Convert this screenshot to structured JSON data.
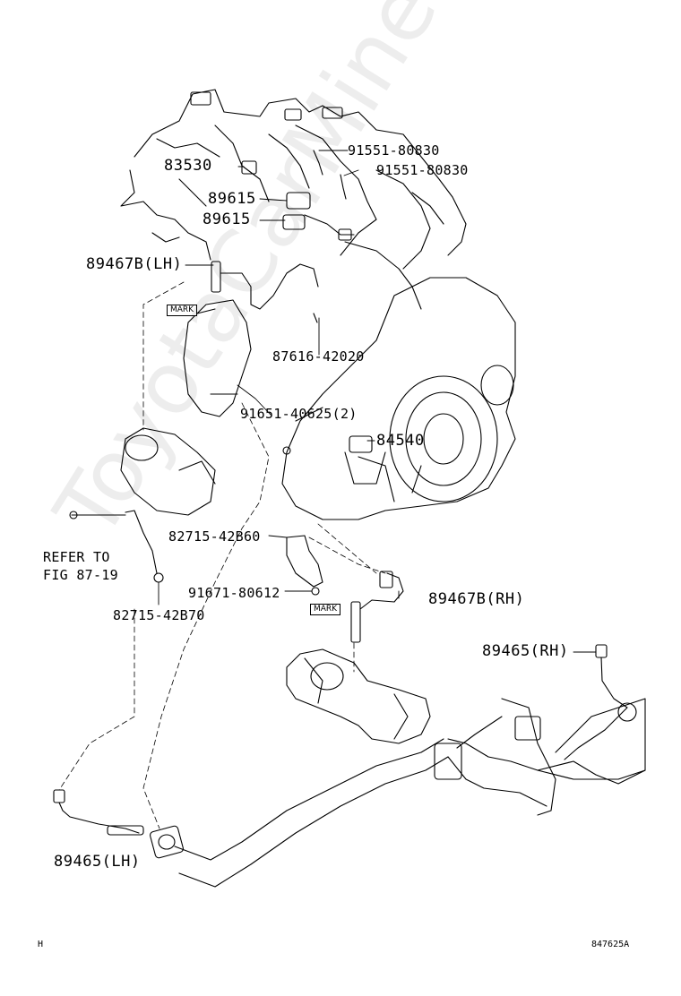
{
  "parts": {
    "p83530": "83530",
    "p89615a": "89615",
    "p89615b": "89615",
    "p91551a": "91551-80830",
    "p91551b": "91551-80830",
    "p89467lh": "89467B(LH)",
    "p87616": "87616-42020",
    "p91651": "91651-40625(2)",
    "p84540": "84540",
    "p82715b60": "82715-42B60",
    "p91671": "91671-80612",
    "p89467rh": "89467B(RH)",
    "p89465rh": "89465(RH)",
    "p82715b70": "82715-42B70",
    "p89465lh": "89465(LH)"
  },
  "refer": {
    "line1": "REFER TO",
    "line2": "FIG 87-19"
  },
  "marks": {
    "mark_lh": "MARK",
    "mark_rh": "MARK"
  },
  "footer": {
    "left_code": "H",
    "figure_code": "847625A"
  },
  "watermark": "ToyotaCarMine.ru",
  "colors": {
    "line": "#000000",
    "watermark": "#000000"
  }
}
